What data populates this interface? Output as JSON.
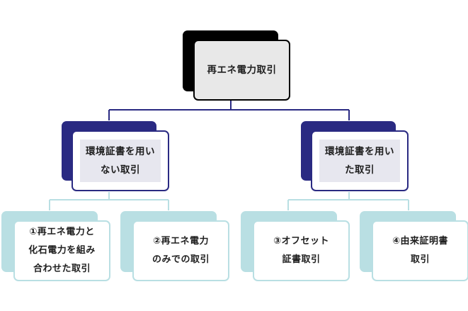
{
  "diagram": {
    "root": {
      "label": "再エネ電力取引"
    },
    "branches": [
      {
        "label": "環境証書を用い\nない取引",
        "children": [
          {
            "label": "①再エネ電力と\n化石電力を組み\n合わせた取引"
          },
          {
            "label": "②再エネ電力\nのみでの取引"
          }
        ]
      },
      {
        "label": "環境証書を用い\nた取引",
        "children": [
          {
            "label": "③オフセット\n証書取引"
          },
          {
            "label": "④由来証明書\n取引"
          }
        ]
      }
    ],
    "colors": {
      "root_shadow": "#000000",
      "root_fill": "#e8e8e8",
      "level2_accent": "#2a2a82",
      "level2_text_bg": "#e7e7ef",
      "level3_accent": "#b9dfe3",
      "connector_level1": "#2a2a82",
      "connector_level2": "#b9dfe3"
    }
  }
}
